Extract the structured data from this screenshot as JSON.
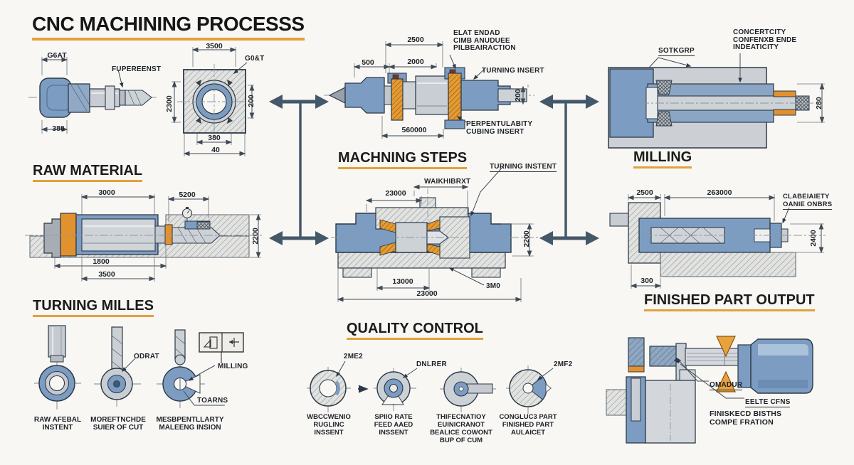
{
  "page": {
    "title": "CNC MACHINING PROCESSS"
  },
  "colors": {
    "accent": "#e2a13a",
    "part_blue": "#7d9cc1",
    "part_orange": "#e2912f",
    "steel_gray": "#ccd1d6",
    "arrow": "#45586a",
    "line": "#2c3a48"
  },
  "headings": {
    "raw_material": "RAW MATERIAL",
    "machining_steps": "MACHNING STEPS",
    "milling": "MILLING",
    "turning_milles": "TURNING MILLES",
    "quality_control": "QUALITY CONTROL",
    "finished_part_output": "FINISHED PART OUTPUT"
  },
  "chuck": {
    "dim_top": "G6AT",
    "label": "FUPEREENST",
    "dim_bottom": "380"
  },
  "square": {
    "dim_top": "3500",
    "label": "G0&T",
    "dim_left": "2300",
    "dim_right": "200",
    "dim_bottom": "380",
    "dim_outer": "40"
  },
  "lathe": {
    "dim_a": "2500",
    "dim_b": "500",
    "dim_c": "2000",
    "dim_d": "560000",
    "dim_e": "200",
    "note_l1": "ELAT ENDAD",
    "note_l2": "CIMB ANUDUEE",
    "note_l3": "PILBEAIRACTION",
    "label_insert": "TURNING INSERT",
    "note2_l1": "PERPENTULABITY",
    "note2_l2": "CUBING INSERT"
  },
  "mill": {
    "label": "SOTKGRP",
    "note_l1": "CONCERTCITY",
    "note_l2": "CONFENXB ENDE",
    "note_l3": "INDEATICITY",
    "dim_right": "280"
  },
  "raw": {
    "dim_a": "3000",
    "dim_b": "5200",
    "dim_right": "2200",
    "dim_c": "1800",
    "dim_d": "3500"
  },
  "steps": {
    "label_a": "TURNING INSTENT",
    "label_b": "WAIKHIBRXT",
    "dim_a": "23000",
    "dim_right": "2200",
    "dim_b": "13000",
    "label_c": "3M0",
    "dim_c": "23000"
  },
  "finished": {
    "dim_a": "2500",
    "dim_b": "263000",
    "note_l1": "CLABEIAIETY",
    "note_l2": "OANIE ONBRS",
    "dim_right": "2400",
    "dim_c": "300"
  },
  "tools": {
    "label_odrat": "ODRAT",
    "label_milling": "MILLING",
    "label_toarns": "TOARNS",
    "cap1_l1": "RAW AFEBAL",
    "cap1_l2": "INSTENT",
    "cap2_l1": "MOREFTNCHDE",
    "cap2_l2": "SUIER OF CUT",
    "cap3_l1": "MESBPENTLLARTY",
    "cap3_l2": "MALEENG INSION"
  },
  "quality": {
    "tag1": "2ME2",
    "tag2": "DNLRER",
    "tag4": "2MF2",
    "cap1": [
      "WBCCWENIO",
      "RUGLINC",
      "INSSENT"
    ],
    "cap2": [
      "SPIIO RATE",
      "FEED AAED",
      "INSSENT"
    ],
    "cap3": [
      "THIFECNATIOY",
      "EUINICRANOT",
      "BEALICE COWONT",
      "BUP OF CUM"
    ],
    "cap4": [
      "CONGLUC3 PART",
      "FINISHED PART",
      "AULAICET"
    ]
  },
  "output": {
    "label_a": "OMADUR",
    "label_b": "EELTE CFNS",
    "note_l1": "FINISKECD BISTHS",
    "note_l2": "COMPE FRATION"
  }
}
